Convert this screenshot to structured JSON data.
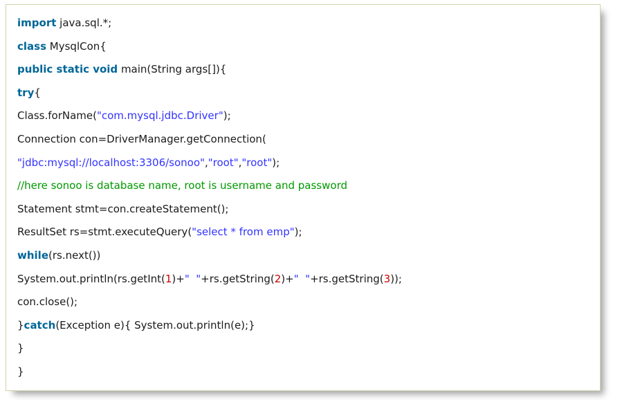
{
  "colors": {
    "keyword": "#006699",
    "string": "#3333ff",
    "comment": "#009900",
    "number": "#cc0000",
    "plain": "#1a1a1a",
    "box_border": "#d2d2aa",
    "box_background": "#ffffff",
    "page_background": "#ffffff"
  },
  "code_block": {
    "lines": [
      [
        {
          "text": "import",
          "type": "keyword"
        },
        {
          "text": " java.sql.*;",
          "type": "plain"
        }
      ],
      [
        {
          "text": "class",
          "type": "keyword"
        },
        {
          "text": " MysqlCon{",
          "type": "plain"
        }
      ],
      [
        {
          "text": "public static void",
          "type": "keyword"
        },
        {
          "text": " main(String args[]){",
          "type": "plain"
        }
      ],
      [
        {
          "text": "try",
          "type": "keyword"
        },
        {
          "text": "{",
          "type": "plain"
        }
      ],
      [
        {
          "text": "Class.forName(",
          "type": "plain"
        },
        {
          "text": "\"com.mysql.jdbc.Driver\"",
          "type": "string"
        },
        {
          "text": ");",
          "type": "plain"
        }
      ],
      [
        {
          "text": "Connection con=DriverManager.getConnection(",
          "type": "plain"
        }
      ],
      [
        {
          "text": "\"jdbc:mysql://localhost:3306/sonoo\"",
          "type": "string"
        },
        {
          "text": ",",
          "type": "plain"
        },
        {
          "text": "\"root\"",
          "type": "string"
        },
        {
          "text": ",",
          "type": "plain"
        },
        {
          "text": "\"root\"",
          "type": "string"
        },
        {
          "text": ");",
          "type": "plain"
        }
      ],
      [
        {
          "text": "//here sonoo is database name, root is username and password",
          "type": "comment"
        }
      ],
      [
        {
          "text": "Statement stmt=con.createStatement();",
          "type": "plain"
        }
      ],
      [
        {
          "text": "ResultSet rs=stmt.executeQuery(",
          "type": "plain"
        },
        {
          "text": "\"select * from emp\"",
          "type": "string"
        },
        {
          "text": ");",
          "type": "plain"
        }
      ],
      [
        {
          "text": "while",
          "type": "keyword"
        },
        {
          "text": "(rs.next())",
          "type": "plain"
        }
      ],
      [
        {
          "text": "System.out.println(rs.getInt(",
          "type": "plain"
        },
        {
          "text": "1",
          "type": "number"
        },
        {
          "text": ")+",
          "type": "plain"
        },
        {
          "text": "\"  \"",
          "type": "string"
        },
        {
          "text": "+rs.getString(",
          "type": "plain"
        },
        {
          "text": "2",
          "type": "number"
        },
        {
          "text": ")+",
          "type": "plain"
        },
        {
          "text": "\"  \"",
          "type": "string"
        },
        {
          "text": "+rs.getString(",
          "type": "plain"
        },
        {
          "text": "3",
          "type": "number"
        },
        {
          "text": "));",
          "type": "plain"
        }
      ],
      [
        {
          "text": "con.close();",
          "type": "plain"
        }
      ],
      [
        {
          "text": "}",
          "type": "plain"
        },
        {
          "text": "catch",
          "type": "keyword"
        },
        {
          "text": "(Exception e){ System.out.println(e);}",
          "type": "plain"
        }
      ],
      [
        {
          "text": "}",
          "type": "plain"
        }
      ],
      [
        {
          "text": "}",
          "type": "plain"
        }
      ]
    ]
  }
}
